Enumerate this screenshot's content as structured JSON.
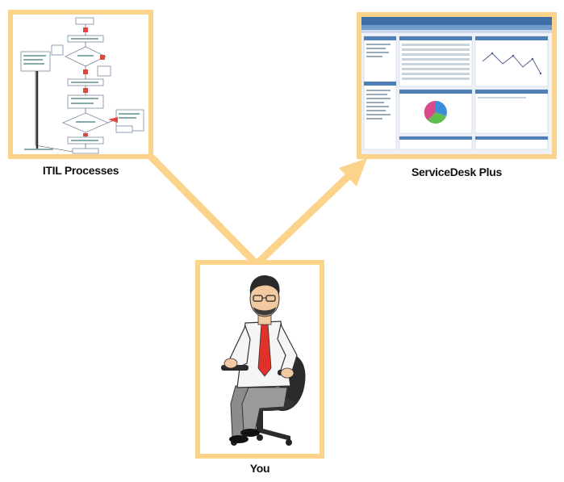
{
  "nodes": {
    "itil": {
      "label": "ITIL Processes"
    },
    "sdp": {
      "label": "ServiceDesk Plus"
    },
    "you": {
      "label": "You"
    }
  },
  "colors": {
    "frame": "#fbd38a",
    "arrow": "#fbd38a",
    "flow_step": "#e0463f",
    "pie": [
      "#3a8fd6",
      "#5fbf4c",
      "#d94a8c"
    ]
  },
  "icons": {
    "itil": "flowchart-thumbnail",
    "sdp": "dashboard-screenshot-thumbnail",
    "you": "seated-man-illustration"
  }
}
